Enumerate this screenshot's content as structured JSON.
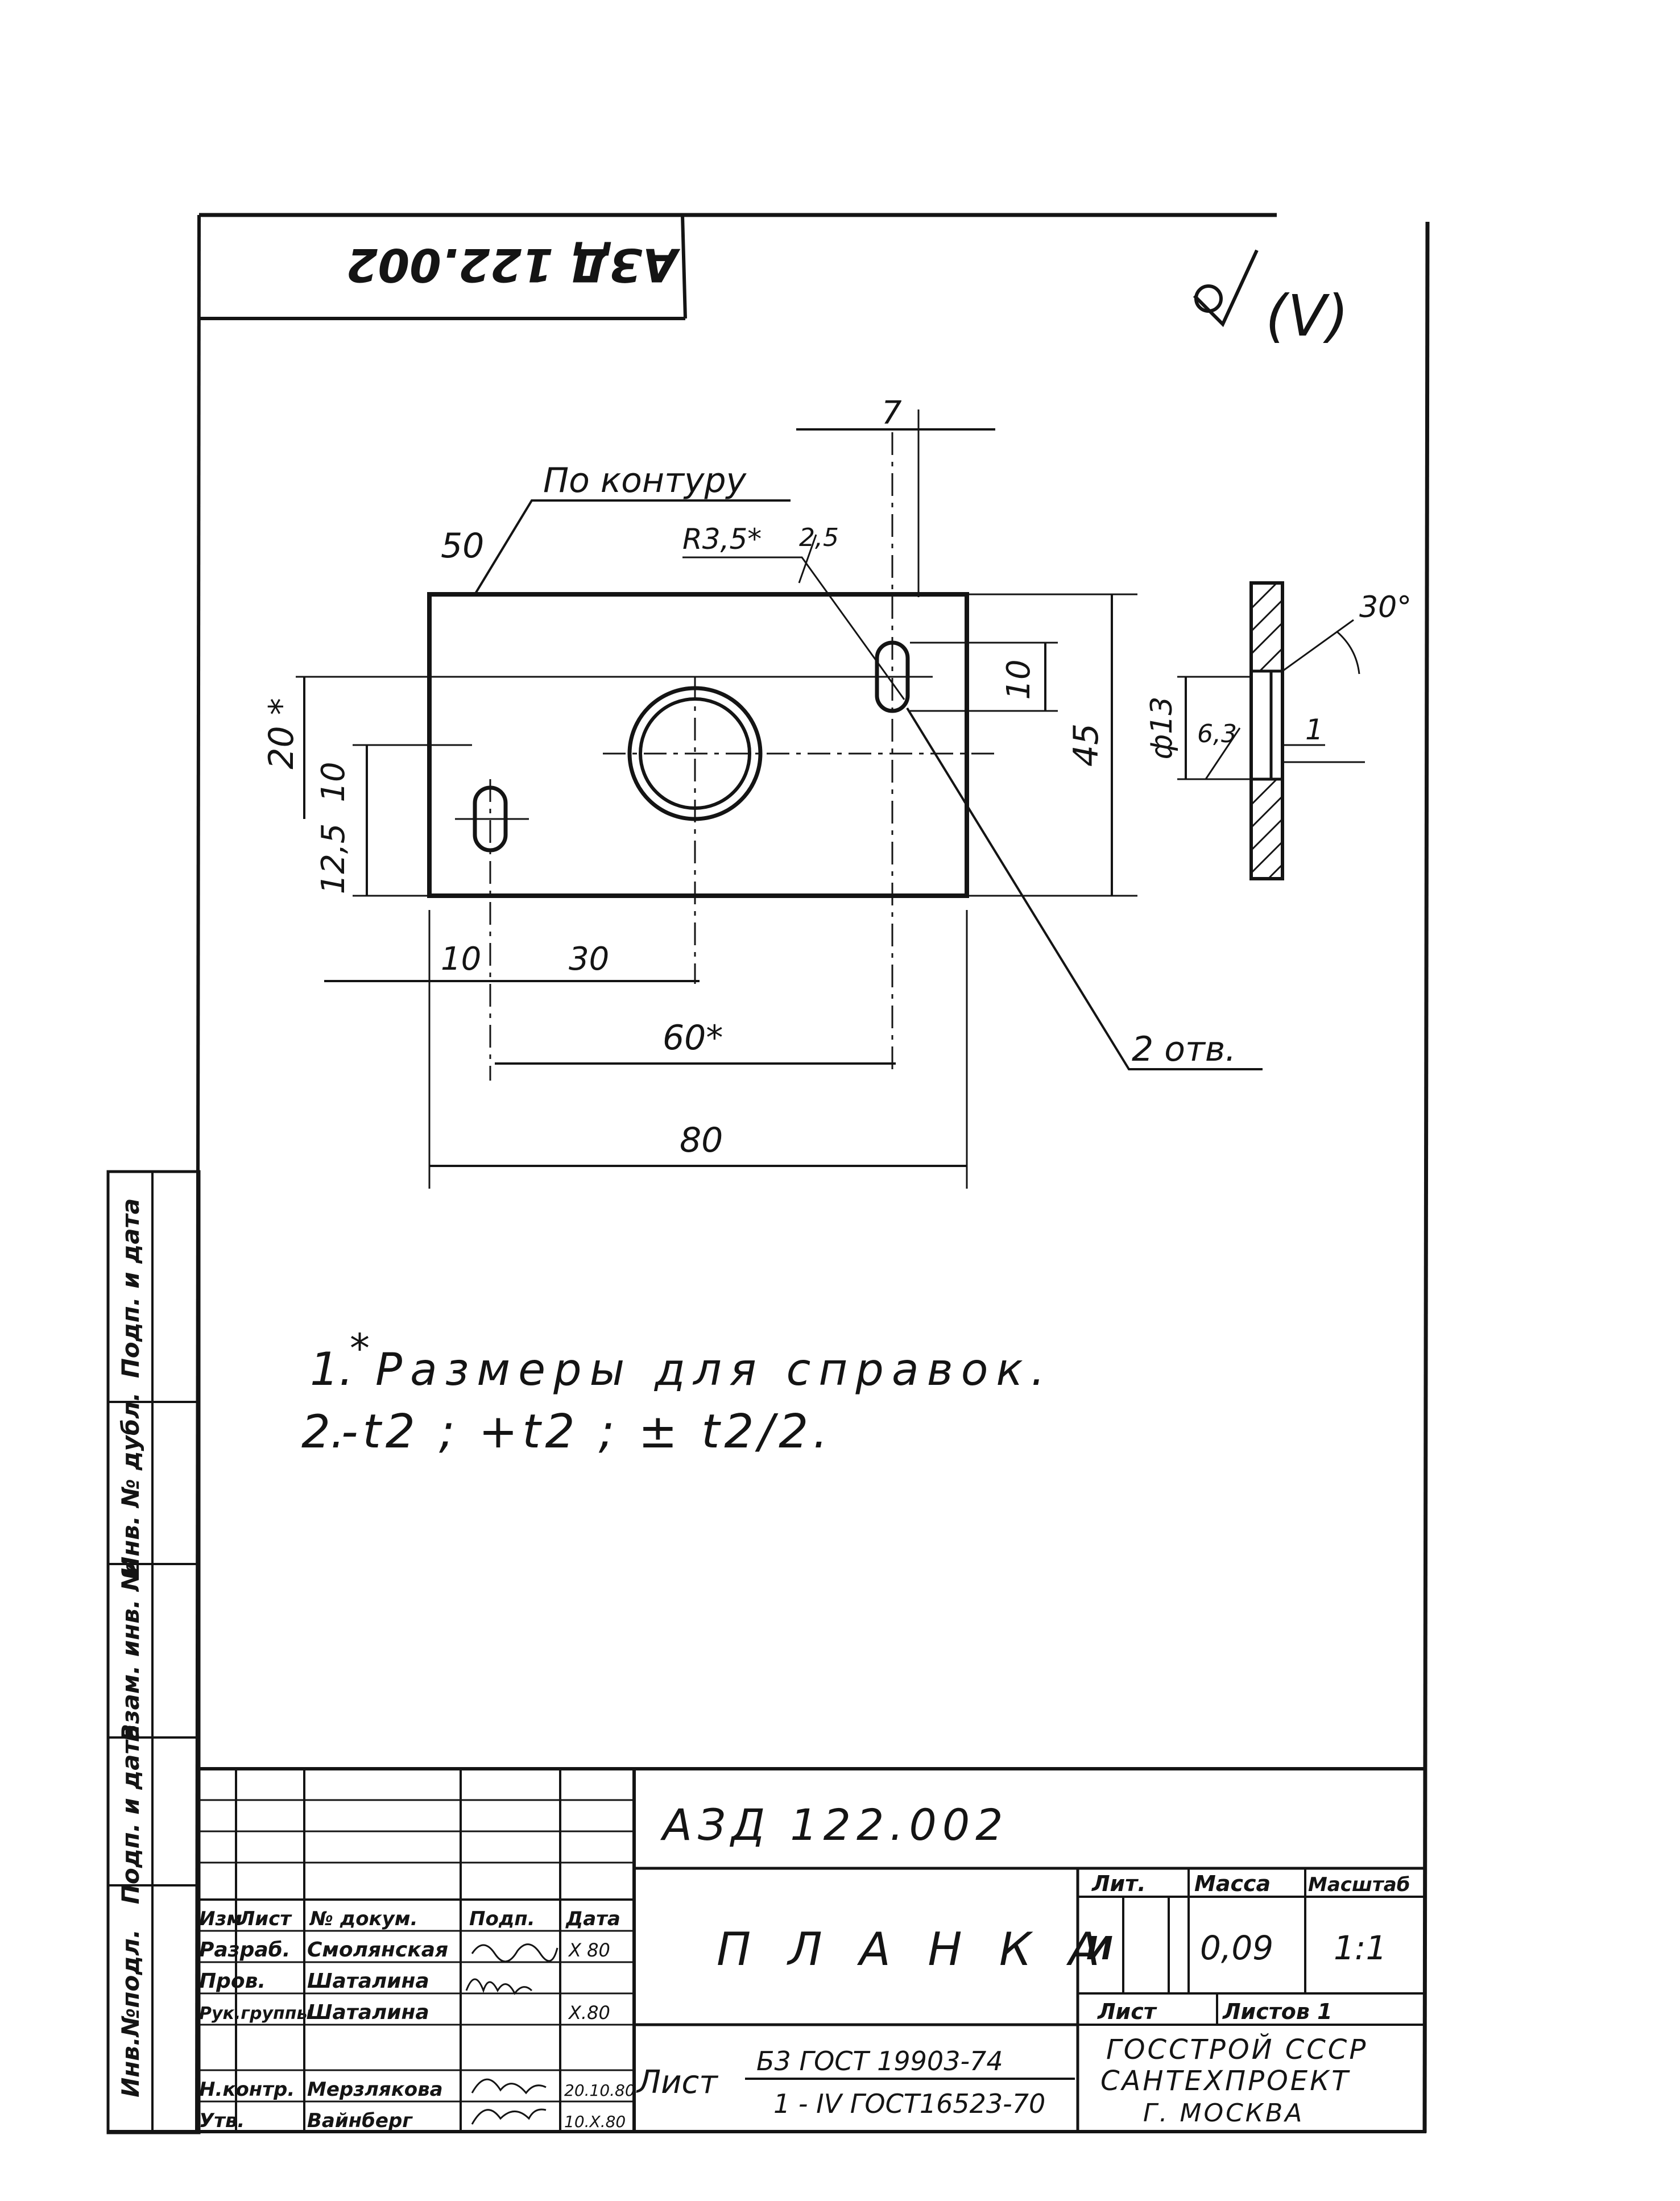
{
  "drawing": {
    "rotated_code": "АЗД 122.002",
    "surface_finish": "(V)",
    "contour_note": "По контуру",
    "dims": {
      "d50": "50",
      "r35": "R3,5*",
      "r25": "2,5",
      "d7": "7",
      "d10_slot": "10",
      "d45": "45",
      "d20": "20 *",
      "d10_left": "10",
      "d125": "12,5",
      "d10_bottom": "10",
      "d30": "30",
      "d60": "60*",
      "d80": "80",
      "d30deg": "30°",
      "dia13": "ф13",
      "d63": "6,3",
      "d1": "1"
    },
    "holes_note": "2 отв."
  },
  "notes": {
    "line1_num": "1.",
    "line1_star": "*",
    "line1_text": "Размеры для справок.",
    "line2_num": "2.",
    "line2_text": "-t2 ; +t2 ; ± t2/2."
  },
  "side_strip": {
    "cell1": "Инв.№подл.",
    "cell2": "Подп. и дата",
    "cell3": "Взам. инв. №",
    "cell4": "Инв. № дубл.",
    "cell5": "Подп. и дата"
  },
  "title_block": {
    "doc_code": "АЗД 122.002",
    "col_izm": "Изм",
    "col_list": "Лист",
    "col_doc": "№ докум.",
    "col_podp": "Подп.",
    "col_data": "Дата",
    "role_razrab": "Разраб.",
    "name_razrab": "Смолянская",
    "date_razrab": "Х 80",
    "role_prov": "Пров.",
    "name_prov": "Шаталина",
    "role_ruk": "Рук.группы",
    "name_ruk": "Шаталина",
    "date_ruk": "Х.80",
    "role_nkontr": "Н.контр.",
    "name_nkontr": "Мерзлякова",
    "date_nkontr": "20.10.80",
    "role_utv": "Утв.",
    "name_utv": "Вайнберг",
    "date_utv": "10.Х.80",
    "part_name": "П Л А Н К А",
    "lit_label": "Лит.",
    "mass_label": "Масса",
    "scale_label": "Масштаб",
    "lit_value": "И",
    "mass_value": "0,09",
    "scale_value": "1:1",
    "sheet_label": "Лист",
    "sheets_label": "Листов 1",
    "material_label": "Лист",
    "material_top": "Б3  ГОСТ 19903-74",
    "material_bottom": "1 - IV  ГОСТ16523-70",
    "org1": "ГОССТРОЙ СССР",
    "org2": "САНТЕХПРОЕКТ",
    "org3": "Г. МОСКВА"
  }
}
